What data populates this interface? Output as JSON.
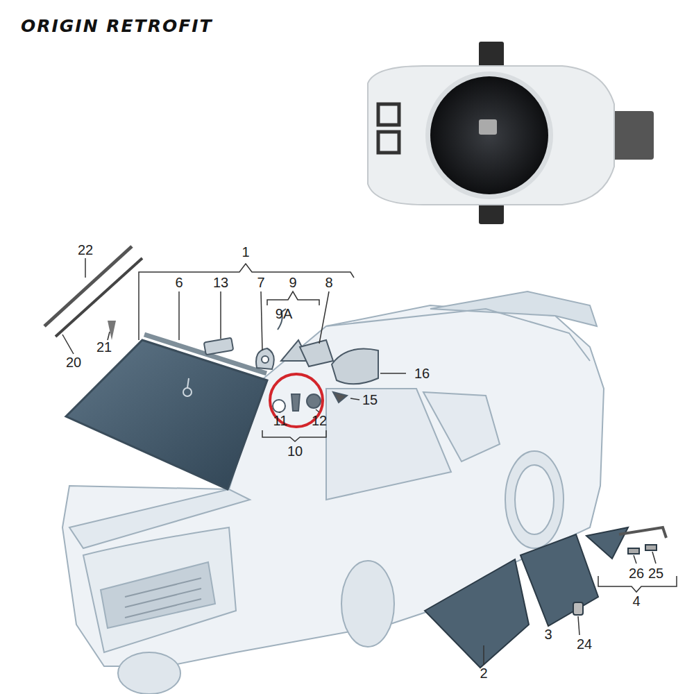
{
  "diagram": {
    "labels": [
      "ORIGIN RETROFIT",
      "22",
      "1",
      "6",
      "13",
      "7",
      "9",
      "8",
      "9A",
      "16",
      "21",
      "20",
      "15",
      "11",
      "12",
      "10",
      "2",
      "3",
      "24",
      "4",
      "26",
      "25"
    ]
  }
}
